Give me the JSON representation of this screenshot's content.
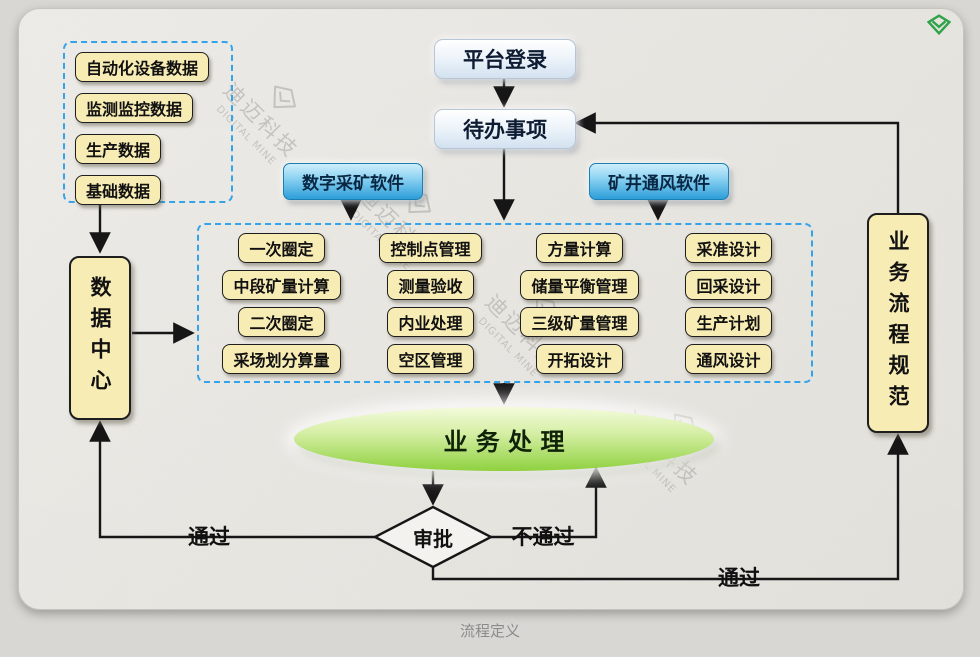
{
  "caption": "流程定义",
  "watermark": {
    "cn": "迪迈科技",
    "en": "DIGITAL MINE"
  },
  "nodes": {
    "platform_login": "平台登录",
    "todo_items": "待办事项",
    "digital_mining_software": "数字采矿软件",
    "mine_ventilation_software": "矿井通风软件",
    "data_center": "数据中心",
    "business_process_spec": "业务流程规范",
    "business_processing": "业 务 处 理",
    "approval": "审批"
  },
  "data_sources": [
    "自动化设备数据",
    "监测监控数据",
    "生产数据",
    "基础数据"
  ],
  "modules": [
    "一次圈定",
    "控制点管理",
    "方量计算",
    "采准设计",
    "中段矿量计算",
    "测量验收",
    "储量平衡管理",
    "回采设计",
    "二次圈定",
    "内业处理",
    "三级矿量管理",
    "生产计划",
    "采场划分算量",
    "空区管理",
    "开拓设计",
    "通风设计"
  ],
  "edge_labels": {
    "approve_left": "通过",
    "reject_right": "不通过",
    "approve_bottom": "通过"
  },
  "colors": {
    "accent_blue": "#33a4ea",
    "node_yellow": "#f8ecb5",
    "process_green": "#8fd13f"
  }
}
